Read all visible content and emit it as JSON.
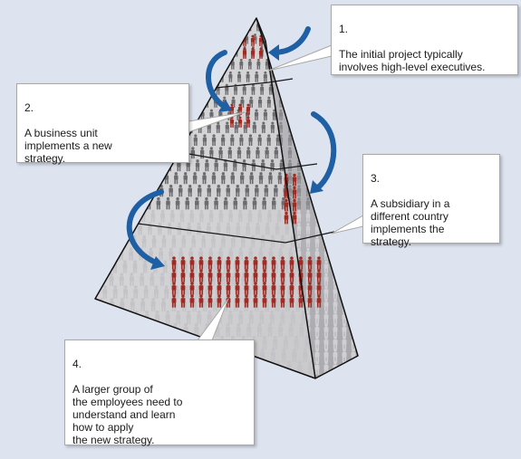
{
  "diagram": {
    "title": "",
    "colors": {
      "background": "#dde3ef",
      "pyramid_light": "#d2d2d4",
      "pyramid_dark": "#b4b4b8",
      "edge": "#111111",
      "figure_dark": "#6b6b70",
      "figure_light": "#c4c4c8",
      "figure_highlight": "#a12a22",
      "arrow": "#1f5fa3"
    },
    "icons": [
      "person-icon",
      "curved-arrow-icon"
    ],
    "callouts": [
      {
        "number": "1.",
        "text": "The initial project typically\ninvolves high-level executives."
      },
      {
        "number": "2.",
        "text": "A business unit\nimplements a new\nstrategy."
      },
      {
        "number": "3.",
        "text": "A subsidiary in a\ndifferent country\nimplements the\nstrategy."
      },
      {
        "number": "4.",
        "text": "A larger group of\nthe employees need to\nunderstand and learn\nhow to apply\nthe new strategy."
      }
    ]
  }
}
